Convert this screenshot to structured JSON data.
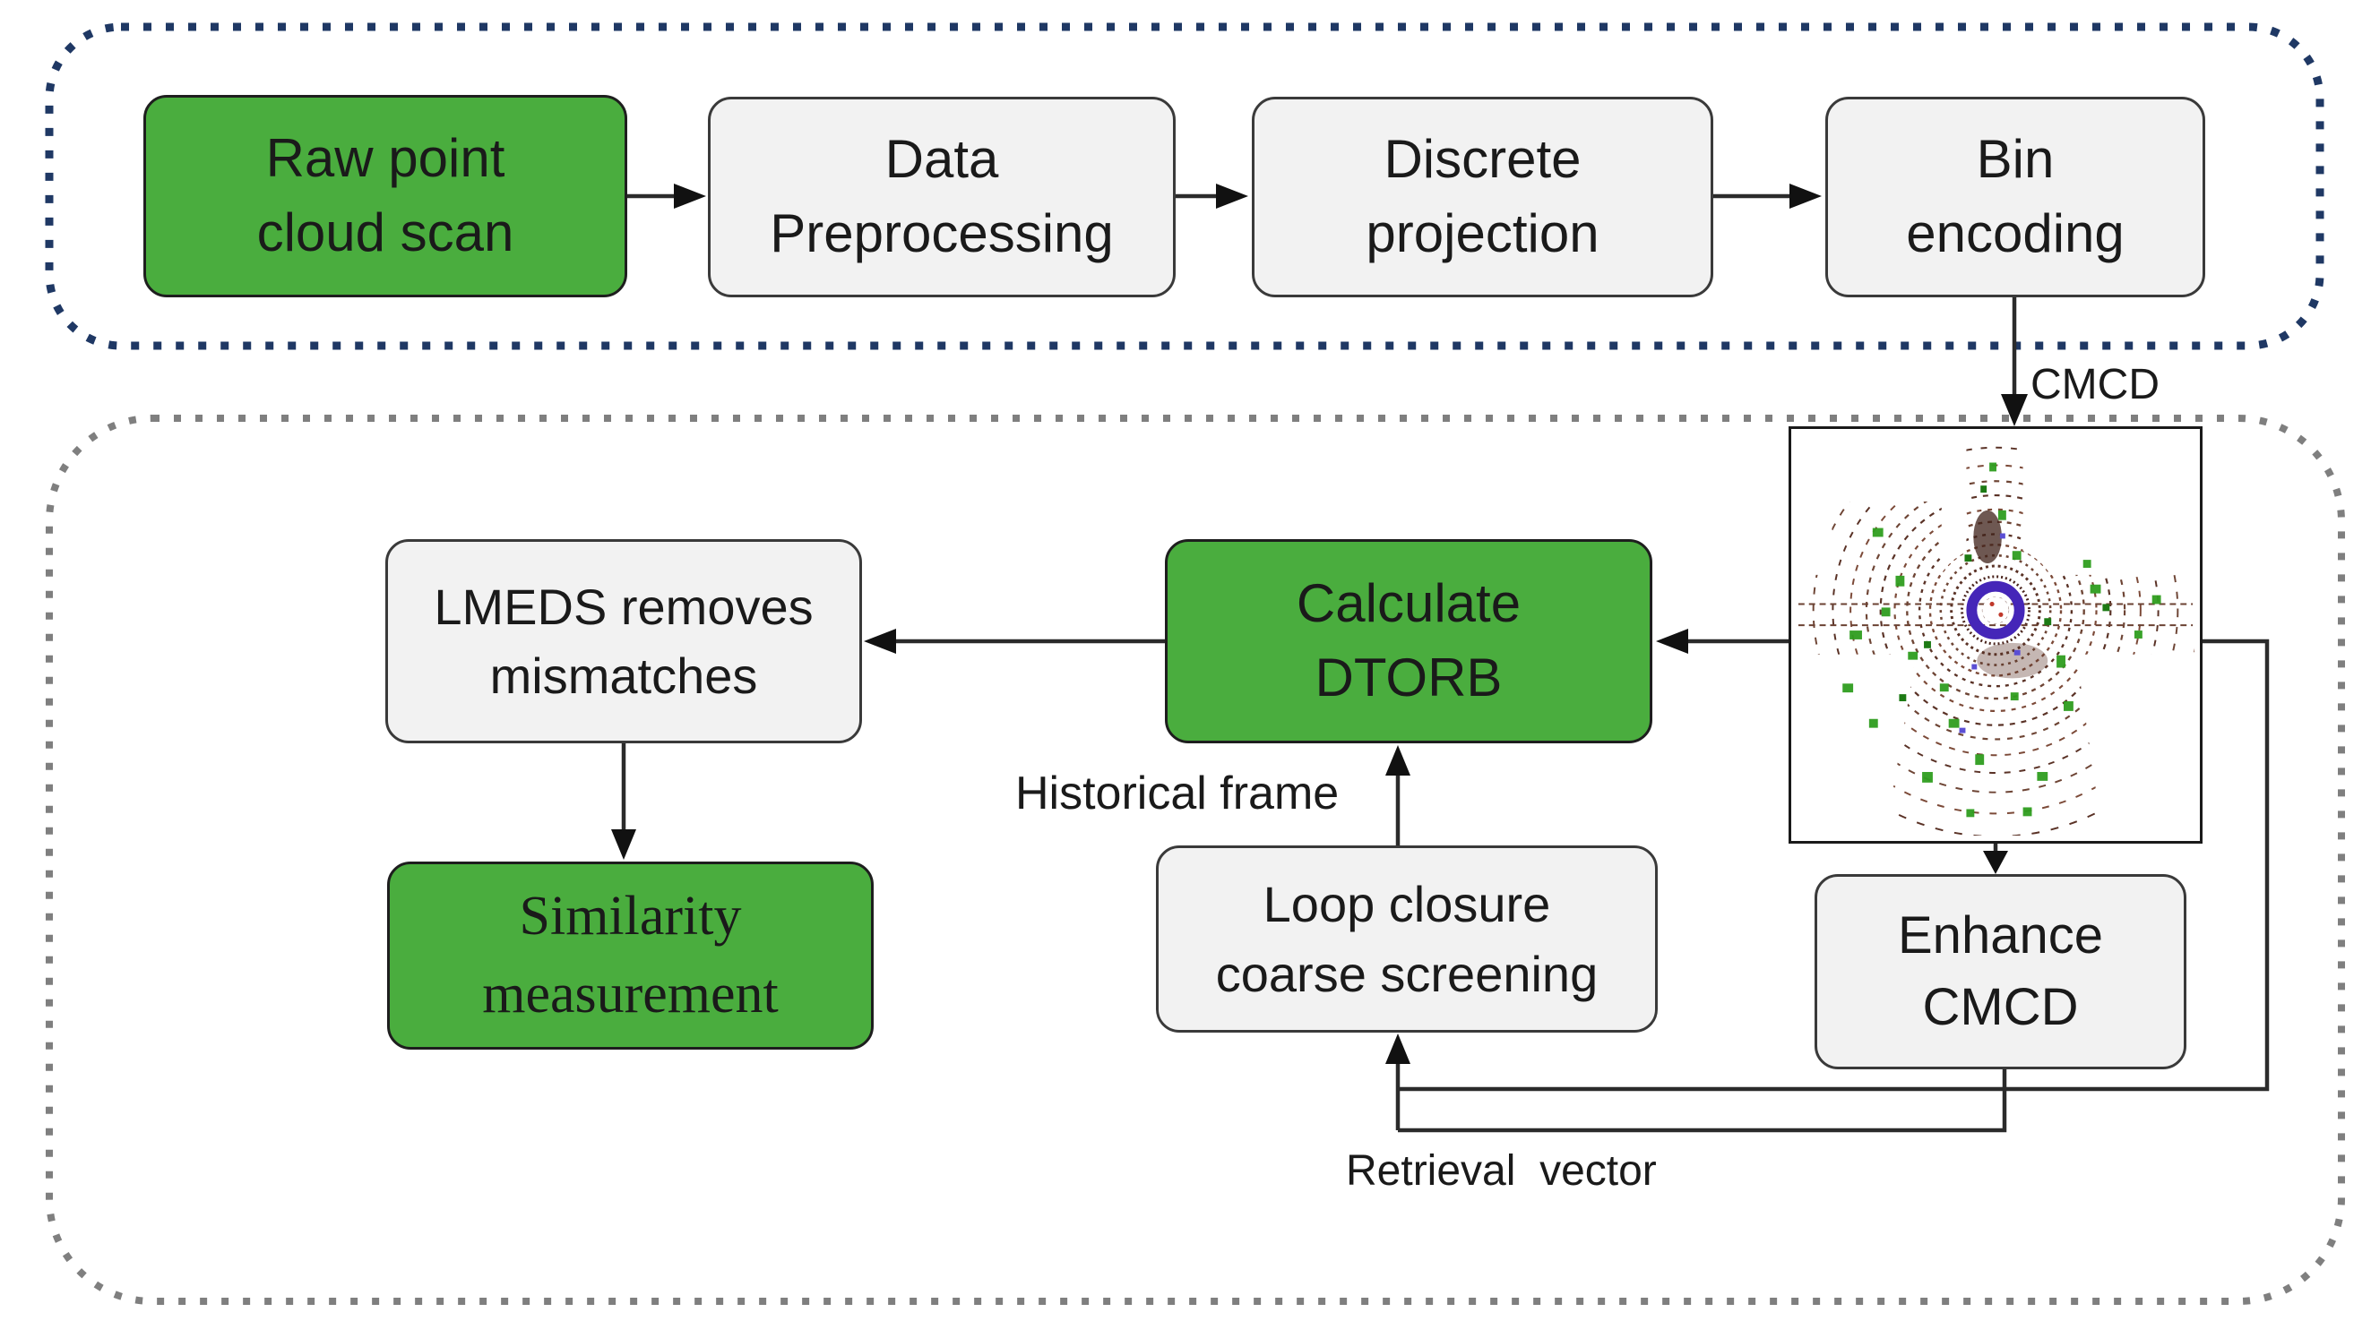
{
  "top_section": {
    "boxes": [
      {
        "id": "raw-point-cloud-scan",
        "line1": "Raw point",
        "line2": "cloud scan",
        "variant": "green"
      },
      {
        "id": "data-preprocessing",
        "line1": "Data",
        "line2": "Preprocessing",
        "variant": "gray"
      },
      {
        "id": "discrete-projection",
        "line1": "Discrete",
        "line2": "projection",
        "variant": "gray"
      },
      {
        "id": "bin-encoding",
        "line1": "Bin",
        "line2": "encoding",
        "variant": "gray"
      }
    ]
  },
  "bottom_section": {
    "boxes": [
      {
        "id": "lmeds-removes-mismatches",
        "line1": "LMEDS removes",
        "line2": "mismatches",
        "variant": "gray"
      },
      {
        "id": "calculate-dtorb",
        "line1": "Calculate",
        "line2": "DTORB",
        "variant": "green"
      },
      {
        "id": "similarity-measurement",
        "line1": "Similarity",
        "line2": "measurement",
        "variant": "green-serif"
      },
      {
        "id": "loop-closure-coarse-screening",
        "line1": "Loop closure",
        "line2": "coarse screening",
        "variant": "gray"
      },
      {
        "id": "enhance-cmcd",
        "line1": "Enhance",
        "line2": "CMCD",
        "variant": "gray"
      }
    ]
  },
  "labels": {
    "cmcd": "CMCD",
    "historical_frame": "Historical frame",
    "retrieval_vector": "Retrieval  vector"
  },
  "image": {
    "icon": "lidar-scan-image"
  },
  "colors": {
    "green_box": "#4aad3e",
    "gray_box": "#f2f2f2",
    "box_border": "#3a3a3a",
    "top_outline_blue": "#1f3864",
    "bottom_outline_gray": "#7f7f7f",
    "connector_black": "#2b2b2b",
    "scan_ring_brown": "#6e4535",
    "scan_green": "#2f9e1f",
    "scan_purple": "#4526b8"
  }
}
